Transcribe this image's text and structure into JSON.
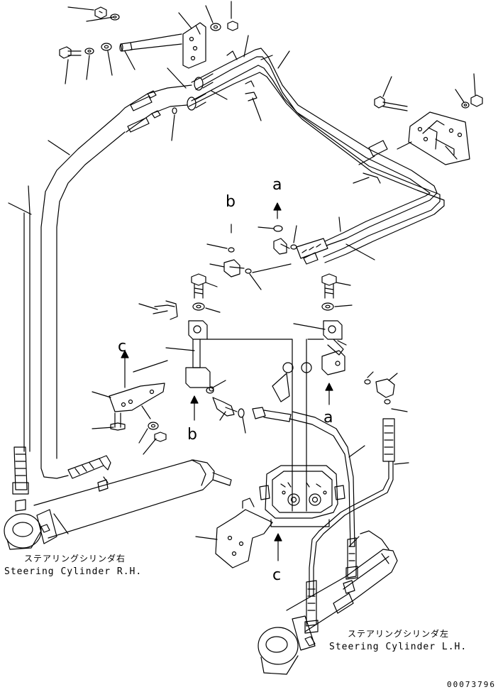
{
  "callouts": {
    "a_top": "a",
    "b_top": "b",
    "c_left": "c",
    "b_bottom": "b",
    "a_right": "a",
    "c_bottom": "c"
  },
  "captions": {
    "rh_jp": "ステアリングシリンダ右",
    "rh_en": "Steering Cylinder R.H.",
    "lh_jp": "ステアリングシリンダ左",
    "lh_en": "Steering Cylinder L.H."
  },
  "part_number": "00073796"
}
